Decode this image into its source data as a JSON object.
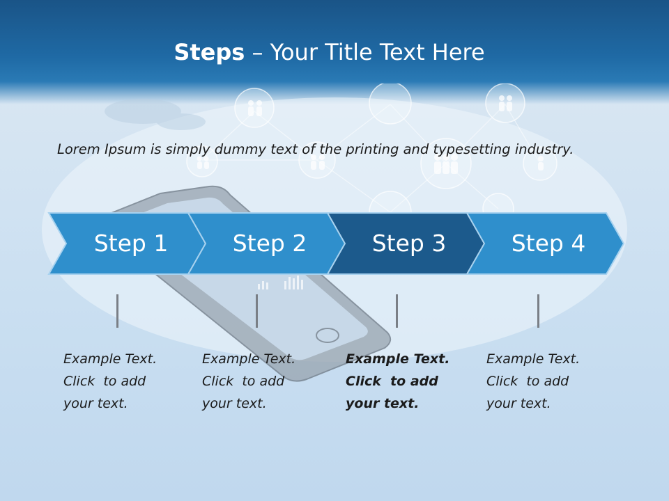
{
  "slide": {
    "title_bold": "Steps",
    "title_rest": " – Your Title Text Here",
    "intro": "Lorem Ipsum is simply dummy text of the printing and typesetting industry.",
    "steps": [
      {
        "label": "Step 1",
        "note_l1": "Example Text.",
        "note_l2": "Click  to add",
        "note_l3": "your text.",
        "highlighted": false
      },
      {
        "label": "Step 2",
        "note_l1": "Example Text.",
        "note_l2": "Click  to add",
        "note_l3": "your text.",
        "highlighted": false
      },
      {
        "label": "Step 3",
        "note_l1": "Example Text.",
        "note_l2": "Click  to add",
        "note_l3": "your text.",
        "highlighted": true
      },
      {
        "label": "Step 4",
        "note_l1": "Example Text.",
        "note_l2": "Click  to add",
        "note_l3": "your text.",
        "highlighted": false
      }
    ]
  },
  "colors": {
    "header": "#1f6aa5",
    "step_fill": "#2f8fcc",
    "step_highlight_fill": "#1c5a8c",
    "tick": "#7a7f86",
    "text": "#1b1b1b"
  },
  "icons": [
    "smartphone-illustration",
    "people-network-icon"
  ]
}
